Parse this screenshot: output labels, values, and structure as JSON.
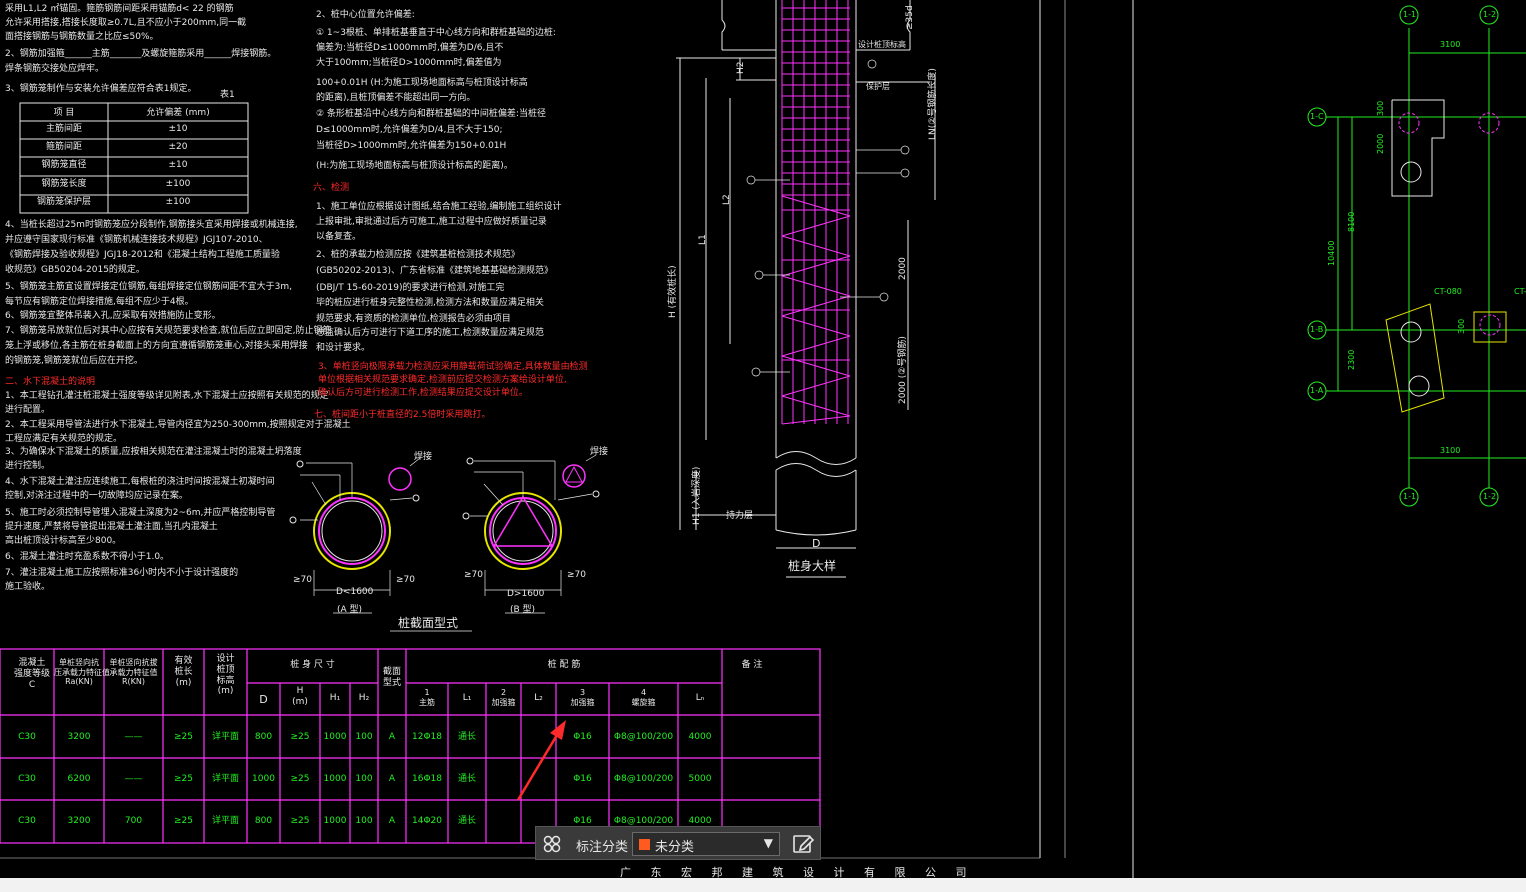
{
  "notes_left": [
    "采用L1,L2 ㎡锚固。箍筋钢筋间距采用锚筋d<     22 的钢筋",
    "允许采用搭接,搭接长度取≥0.7L,且不应小于200mm,同一截",
    "面搭接钢筋与钢筋数量之比应≤50%。",
    "2、钢筋加强箍______主筋_______及螺旋箍筋采用______焊接钢筋。",
    "    焊条钢筋交接处应焊牢。",
    "3、钢筋笼制作与安装允许偏差应符合表1规定。",
    "4、当桩长超过25m时钢筋笼应分段制作,钢筋接头宜采用焊接或机械连接,",
    "    并应遵守国家现行标准《钢筋机械连接技术规程》JGJ107-2010、",
    "    《钢筋焊接及验收规程》JGJ18-2012和《混凝土结构工程施工质量验",
    "    收规范》GB50204-2015的规定。",
    "5、钢筋笼主筋宜设置焊接定位钢筋,每组焊接定位钢筋间距不宜大于3m,",
    "    每节应有钢筋定位焊接措施,每组不应少于4根。",
    "6、钢筋笼宜整体吊装入孔,应采取有效措施防止变形。",
    "7、钢筋笼吊放就位后对其中心应按有关规范要求检查,就位后应立即固定,防止钢筋",
    "    笼上浮或移位,各主筋在桩身截面上的方向宜遵循钢筋笼重心,对接头采用焊接",
    "    的钢筋笼,钢筋笼就位后应在开挖。"
  ],
  "notes_left_red": "二、水下混凝土的说明",
  "notes_left2": [
    "1、本工程钻孔灌注桩混凝土强度等级详见附表,水下混凝土应按照有关规范的规定",
    "    进行配置。",
    "2、本工程采用导管法进行水下混凝土,导管内径宜为250-300mm,按照规定对于混凝土",
    "    工程应满足有关规范的规定。",
    "3、为确保水下混凝土的质量,应按相关规范在灌注混凝土时的混凝土坍落度",
    "    进行控制。",
    "4、水下混凝土灌注应连续施工,每根桩的浇注时间按混凝土初凝时间",
    "    控制,对浇注过程中的一切故障均应记录在案。",
    "5、施工时必须控制导管埋入混凝土深度为2~6m,并应严格控制导管",
    "    提升速度,严禁将导管提出混凝土灌注面,当孔内混凝土",
    "    高出桩顶设计标高至少800。",
    "6、混凝土灌注时充盈系数不得小于1.0。",
    "7、灌注混凝土施工应按照标准36小时内不小于设计强度的",
    "    施工验收。"
  ],
  "table1": {
    "note": "表1",
    "headers": [
      "项 目",
      "允许偏差 (mm)"
    ],
    "rows": [
      [
        "主筋间距",
        "±10"
      ],
      [
        "箍筋间距",
        "±20"
      ],
      [
        "钢筋笼直径",
        "±10"
      ],
      [
        "钢筋笼长度",
        "±100"
      ],
      [
        "钢筋笼保护层",
        "±100"
      ]
    ]
  },
  "notes_mid": [
    "2、桩中心位置允许偏差:",
    "① 1~3根桩、单排桩基垂直于中心线方向和群桩基础的边桩:",
    "    偏差为:当桩径D≤1000mm时,偏差为D/6,且不",
    "    大于100mm;当桩径D>1000mm时,偏差值为",
    "    100+0.01H    (H:为施工现场地面标高与桩顶设计标高",
    "    的距离),且桩顶偏差不能超出同一方向。",
    "② 条形桩基沿中心线方向和群桩基础的中间桩偏差:当桩径",
    "    D≤1000mm时,允许偏差为D/4,且不大于150;",
    "    当桩径D>1000mm时,允许偏差为150+0.01H",
    "    (H:为施工现场地面标高与桩顶设计标高的距离)。"
  ],
  "notes_mid_red": "六、检测",
  "notes_mid2": [
    "1、施工单位应根据设计图纸,结合施工经验,编制施工组织设计",
    "    上报审批,审批通过后方可施工,施工过程中应做好质量记录",
    "    以备复查。",
    "2、桩的承载力检测应按《建筑基桩检测技术规范》",
    "    (GB50202-2013)、广东省标准《建筑地基基础检测规范》",
    "    (DBJ/T 15-60-2019)的要求进行检测,对施工完",
    "    毕的桩应进行桩身完整性检测,检测方法和数量应满足相关",
    "    规范要求,有资质的检测单位,检测报告必须由项目",
    "    总监确认后方可进行下道工序的施工,检测数量应满足规范",
    "    和设计要求。"
  ],
  "notes_mid_red2": [
    "3、单桩竖向极限承载力检测应采用静载荷试验确定,具体数量由检测",
    "    单位根据相关规范要求确定,检测前应提交检测方案给设计单位,",
    "    确认后方可进行检测工作,检测结果应提交设计单位。"
  ],
  "notes_mid_red3": "七、桩间距小于桩直径的2.5倍时采用跳打。",
  "section_labels": {
    "a_dim": "D<1600",
    "a_name": "(A 型)",
    "b_dim": "D>1600",
    "b_name": "(B 型)",
    "a_side": "≥70",
    "b_side": "≥70",
    "title": "桩截面型式",
    "a_note": "焊接",
    "b_note": "焊接"
  },
  "pile_detail": {
    "title": "桩身大样",
    "labels": {
      "top_dim": "≥35d",
      "h2": "H2",
      "ln": "LN(②号钢筋长度)",
      "l2": "L2",
      "l1": "L1",
      "h": "H (有效桩长)",
      "dim2000": "2000",
      "dim2000b": "2000 (②号钢筋)",
      "h1": "H1 (入岩深度)",
      "bearing": "持力层",
      "d": "D",
      "top_note": "设计桩顶标高",
      "cover": "保护层"
    }
  },
  "pile_table": {
    "headers": {
      "c1": "混凝土\n强度等级\nC",
      "c2": "单桩竖向抗\n压承载力特征值\nRa(KN)",
      "c3": "单桩竖向抗拔\n承载力特征值\nR(KN)",
      "c4": "有效\n桩长\n(m)",
      "c5": "设计\n桩顶\n标高\n(m)",
      "size": "桩 身 尺 寸",
      "d": "D",
      "h": "H\n(m)",
      "h1": "H₁",
      "h2": "H₂",
      "sec": "截面\n型式",
      "rebar": "桩 配 筋",
      "n1": "1\n主筋",
      "l1": "L₁",
      "n2": "2\n加强箍",
      "l2": "L₂",
      "n3": "3\n加强箍",
      "n4": "4\n螺旋箍",
      "ln": "Lₙ",
      "remark": "备 注"
    },
    "rows": [
      [
        "C30",
        "3200",
        "——",
        "≥25",
        "详平面",
        "800",
        "≥25",
        "1000",
        "100",
        "A",
        "12Φ18",
        "通长",
        "",
        "",
        "Φ16",
        "Φ8@100/200",
        "4000",
        ""
      ],
      [
        "C30",
        "6200",
        "——",
        "≥25",
        "详平面",
        "1000",
        "≥25",
        "1000",
        "100",
        "A",
        "16Φ18",
        "通长",
        "",
        "",
        "Φ16",
        "Φ8@100/200",
        "5000",
        ""
      ],
      [
        "C30",
        "3200",
        "700",
        "≥25",
        "详平面",
        "800",
        "≥25",
        "1000",
        "100",
        "A",
        "14Φ20",
        "通长",
        "",
        "",
        "Φ16",
        "Φ8@100/200",
        "4000",
        ""
      ]
    ]
  },
  "plan": {
    "axes_top": [
      "1-1",
      "1-2"
    ],
    "axes_bottom": [
      "1-1",
      "1-2"
    ],
    "axes_left": [
      "1-C",
      "1-B",
      "1-A"
    ],
    "dims": [
      "3100",
      "3100",
      "10400",
      "8100",
      "2300",
      "2000",
      "300",
      "300"
    ],
    "tags": [
      "CT-080",
      "CT-"
    ]
  },
  "anno_bar": {
    "label": "标注分类",
    "selected": "未分类",
    "swatch_color": "#ff5a1f"
  },
  "footer": "广 东 宏 邦 建 筑 设 计 有 限 公 司",
  "colors": {
    "magenta": "#ff33ff",
    "green": "#22ee22",
    "red": "#ff2a2a",
    "white": "#e8e8e8",
    "yellow": "#e6e600"
  }
}
